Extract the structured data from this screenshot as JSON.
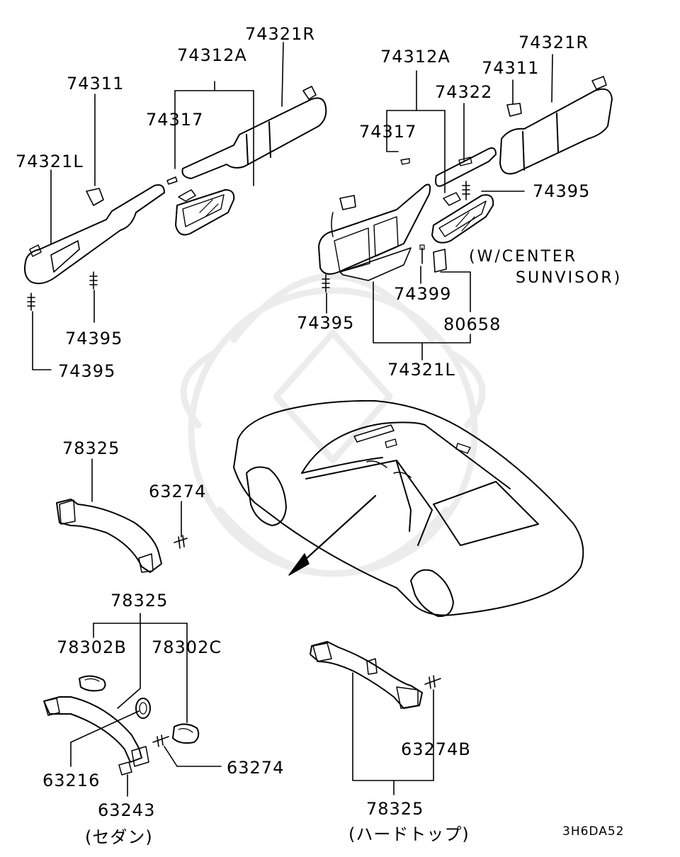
{
  "parts": {
    "p74321r_left": "74321R",
    "p74312a_left": "74312A",
    "p74311_left": "74311",
    "p74317_left": "74317",
    "p74321l_left": "74321L",
    "p74395_left_a": "74395",
    "p74395_left_b": "74395",
    "p74312a_right": "74312A",
    "p74321r_right": "74321R",
    "p74311_right": "74311",
    "p74322": "74322",
    "p74317_right": "74317",
    "p74395_right_a": "74395",
    "p74395_right_b": "74395",
    "p74399": "74399",
    "p80658": "80658",
    "p74321l_right": "74321L",
    "p78325_top": "78325",
    "p63274_top": "63274",
    "p78325_mid": "78325",
    "p78302b": "78302B",
    "p78302c": "78302C",
    "p63216": "63216",
    "p63274_bottom": "63274",
    "p63243": "63243",
    "p63274b": "63274B",
    "p78325_bottom": "78325"
  },
  "notes": {
    "center_line1": "(W/CENTER",
    "center_line2": "SUNVISOR)",
    "sedan": "(セダン)",
    "hardtop": "(ハードトップ)"
  },
  "diagram_code": "3H6DA52"
}
